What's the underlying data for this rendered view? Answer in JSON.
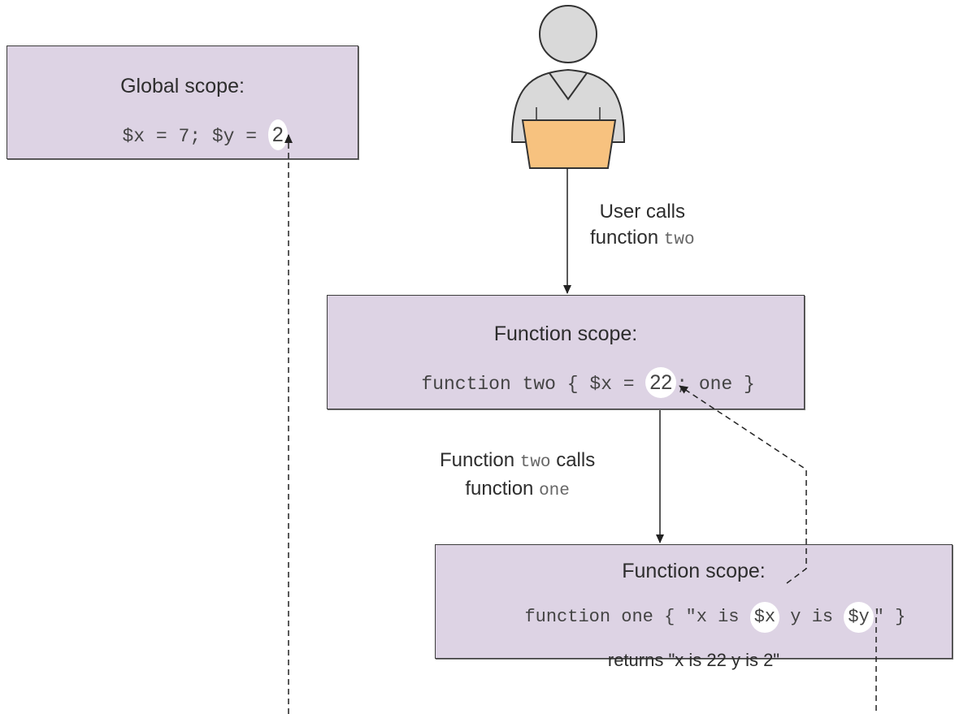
{
  "global_box": {
    "title": "Global scope:",
    "code_pre": "$x = 7; $y = ",
    "code_value": "2"
  },
  "two_box": {
    "title": "Function scope:",
    "code_pre": "function two { $x = ",
    "code_value": "22",
    "code_post": "; one }"
  },
  "one_box": {
    "title": "Function scope:",
    "code_pre": "function one { \"x is ",
    "code_x": "$x",
    "code_mid": " y is ",
    "code_y": "$y",
    "code_post": "\" }",
    "returns": "returns \"x is 22 y is 2\""
  },
  "user_label": {
    "line1": "User calls",
    "line2_text": "function ",
    "line2_code": "two"
  },
  "two_calls_label": {
    "line1_text": "Function ",
    "line1_code": "two",
    "line1_text2": " calls",
    "line2_text": "function ",
    "line2_code": "one"
  },
  "colors": {
    "box_fill": "#ddd3e4",
    "box_border": "#3c3c3c",
    "laptop": "#f7c27f",
    "person": "#d9d9d9"
  },
  "icons": [
    "user-icon",
    "laptop-icon"
  ]
}
